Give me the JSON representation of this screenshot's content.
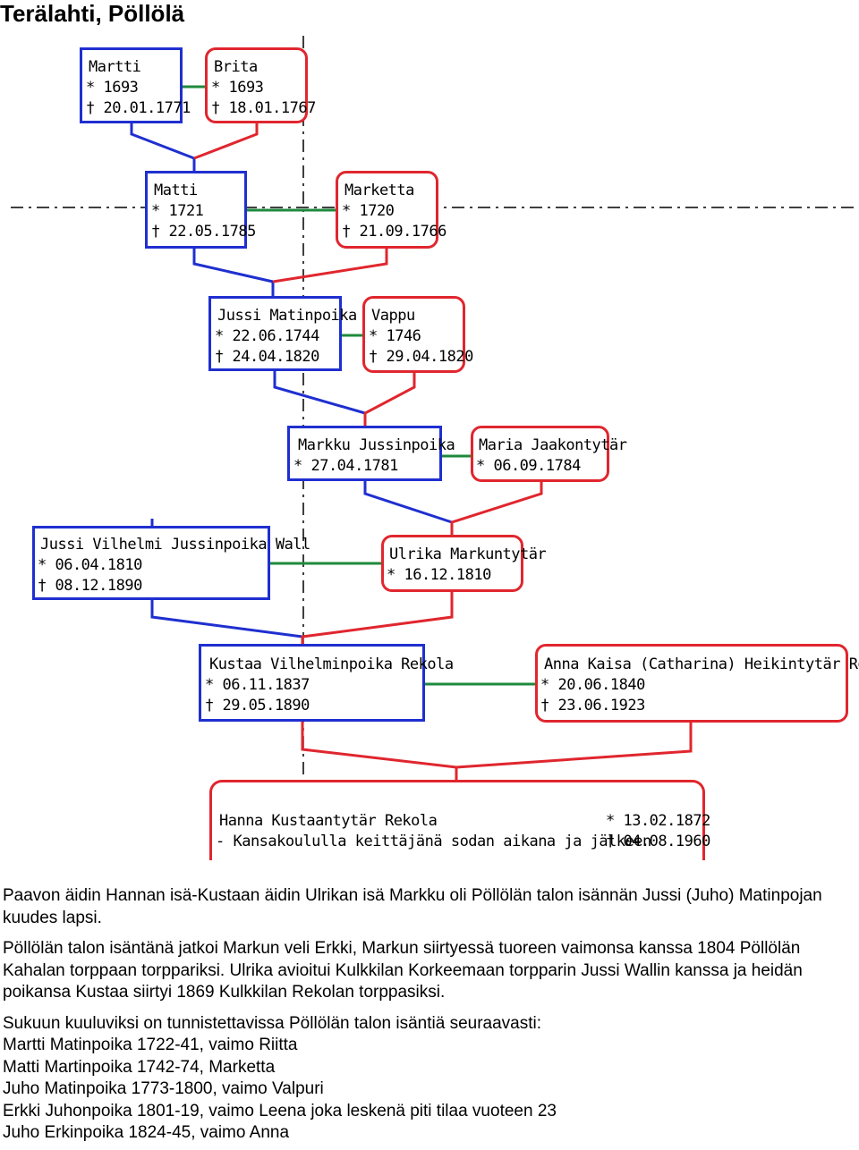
{
  "title": "Terälahti, Pöllölä",
  "colors": {
    "male": "#1f2fd0",
    "female": "#e0262e",
    "marriage": "#1e8a3c",
    "guide": "#000000"
  },
  "persons": {
    "martti": {
      "name": "Martti",
      "born": "* 1693",
      "died": "† 20.01.1771"
    },
    "brita": {
      "name": "Brita",
      "born": "* 1693",
      "died": "† 18.01.1767"
    },
    "matti": {
      "name": "Matti",
      "born": "* 1721",
      "died": "† 22.05.1785"
    },
    "marketta": {
      "name": "Marketta",
      "born": "* 1720",
      "died": "† 21.09.1766"
    },
    "jussi": {
      "name": "Jussi Matinpoika",
      "born": "* 22.06.1744",
      "died": "† 24.04.1820"
    },
    "vappu": {
      "name": "Vappu",
      "born": "* 1746",
      "died": "† 29.04.1820"
    },
    "markku": {
      "name": "Markku Jussinpoika",
      "born": "* 27.04.1781"
    },
    "maria": {
      "name": "Maria Jaakontytär",
      "born": "* 06.09.1784"
    },
    "wall": {
      "name": "Jussi Vilhelmi Jussinpoika Wall",
      "born": "* 06.04.1810",
      "died": "† 08.12.1890"
    },
    "ulrika": {
      "name": "Ulrika Markuntytär",
      "born": "* 16.12.1810"
    },
    "kustaa": {
      "name": "Kustaa Vilhelminpoika Rekola",
      "born": "* 06.11.1837",
      "died": "† 29.05.1890"
    },
    "anna": {
      "name": "Anna Kaisa (Catharina) Heikintytär Rekola",
      "born": "* 20.06.1840",
      "died": "† 23.06.1923"
    },
    "hanna": {
      "name": "Hanna Kustaantytär Rekola",
      "note": "- Kansakoululla keittäjänä sodan aikana ja jälkeen",
      "born": "* 13.02.1872",
      "died": "† 04.08.1960"
    }
  },
  "text": {
    "p1": "Paavon äidin Hannan isä-Kustaan äidin Ulrikan isä Markku oli Pöllölän talon isännän Jussi (Juho) Matinpojan kuudes lapsi.",
    "p2": "Pöllölän talon isäntänä jatkoi Markun veli Erkki, Markun siirtyessä tuoreen vaimonsa kanssa 1804 Pöllölän Kahalan torppaan torppariksi. Ulrika avioitui Kulkkilan Korkeemaan torpparin Jussi Wallin kanssa ja heidän poikansa Kustaa siirtyi 1869 Kulkkilan Rekolan torppasiksi.",
    "p3": "Sukuun kuuluviksi on tunnistettavissa Pöllölän talon isäntiä seuraavasti:",
    "hosts": [
      "Martti Matinpoika 1722-41, vaimo Riitta",
      "Matti Martinpoika 1742-74, Marketta",
      "Juho Matinpoika 1773-1800, vaimo Valpuri",
      "Erkki Juhonpoika 1801-19, vaimo Leena joka leskenä piti tilaa vuoteen 23",
      "Juho Erkinpoika 1824-45, vaimo Anna"
    ]
  }
}
